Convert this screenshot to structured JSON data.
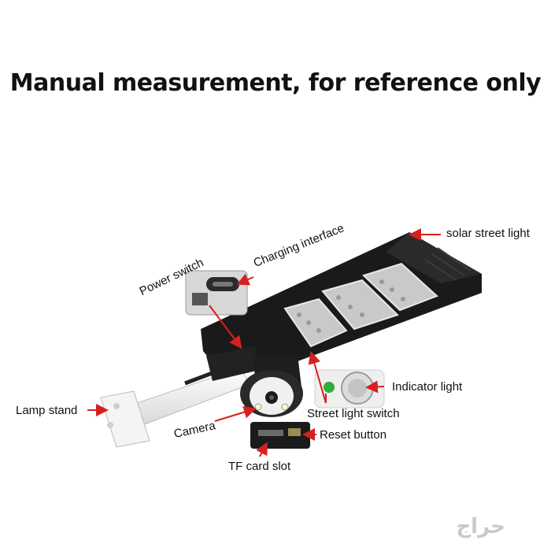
{
  "title": "Manual measurement, for reference only",
  "labels": {
    "solar_street_light": "solar street light",
    "charging_interface": "Charging interface",
    "power_switch": "Power switch",
    "indicator_light": "Indicator light",
    "street_light_switch": "Street light switch",
    "lamp_stand": "Lamp stand",
    "camera": "Camera",
    "reset_button": "Reset button",
    "tf_card_slot": "TF card slot"
  },
  "watermark": "حراج",
  "colors": {
    "arrow": "#d62020",
    "lamp_body": "#1a1a1a",
    "stand": "#f2f2f2",
    "indicator_green": "#2fae3a"
  }
}
